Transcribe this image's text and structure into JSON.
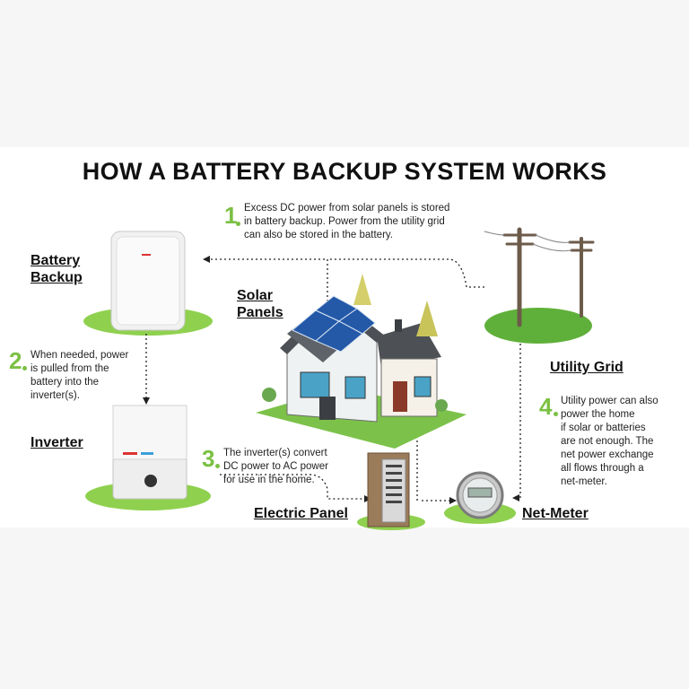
{
  "title": "HOW A BATTERY BACKUP SYSTEM WORKS",
  "labels": {
    "battery_backup_1": "Battery",
    "battery_backup_2": "Backup",
    "solar_panels_1": "Solar",
    "solar_panels_2": "Panels",
    "inverter": "Inverter",
    "utility_grid": "Utility Grid",
    "electric_panel": "Electric Panel",
    "net_meter": "Net-Meter"
  },
  "steps": [
    {
      "number": "1",
      "lines": [
        "Excess DC power from solar panels is stored",
        "in battery backup. Power from the utility grid",
        "can also be stored in the battery."
      ]
    },
    {
      "number": "2",
      "lines": [
        "When needed, power",
        "is pulled from the",
        "battery into the",
        "inverter(s)."
      ]
    },
    {
      "number": "3",
      "lines": [
        "The inverter(s) convert",
        "DC power to AC power",
        "for use in the home."
      ]
    },
    {
      "number": "4",
      "lines": [
        "Utility power can also",
        "power the home",
        "if solar or batteries",
        "are not enough. The",
        "net power exchange",
        "all flows through a",
        "net-meter."
      ]
    }
  ],
  "colors": {
    "accent": "#7bc043",
    "grass": "#8fd14f",
    "text": "#111111",
    "background": "#ffffff"
  }
}
